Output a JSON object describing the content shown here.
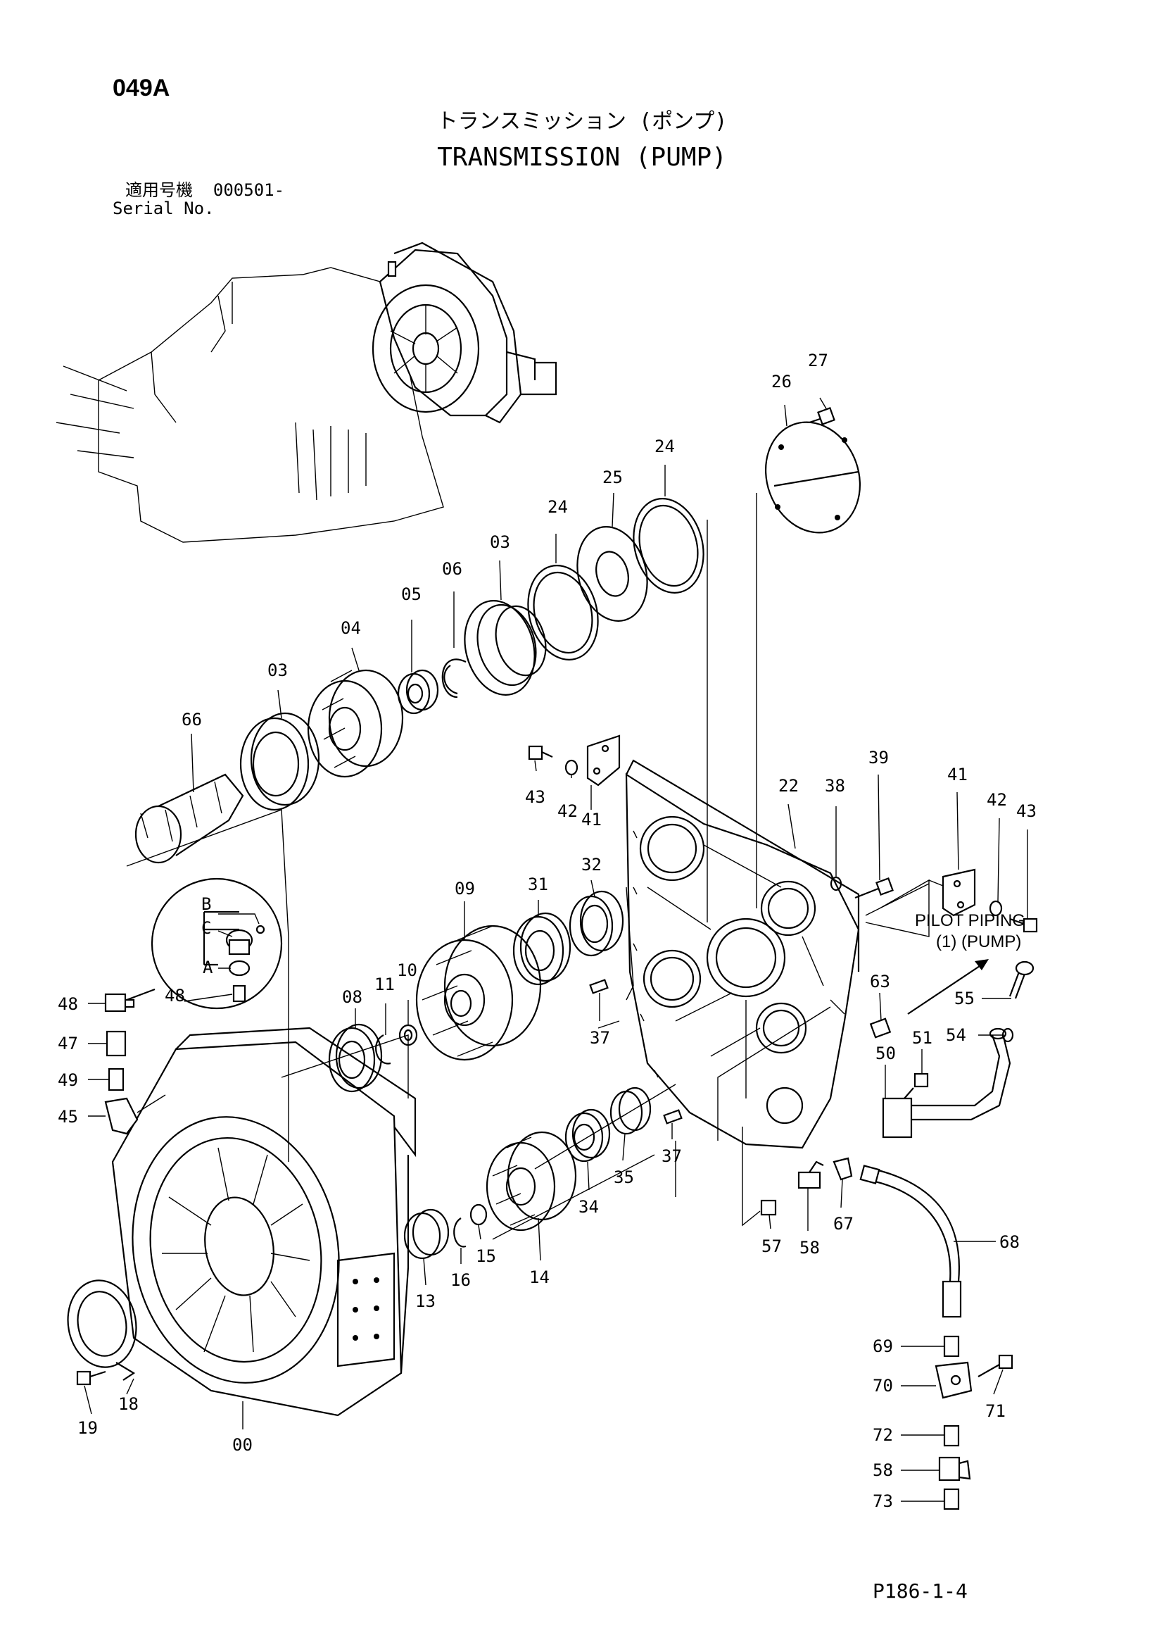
{
  "header": {
    "page_code": "049A",
    "title_jp": "トランスミッション (ポンプ)",
    "title_en": "TRANSMISSION (PUMP)",
    "serial_label_jp": "適用号機",
    "serial_value": "000501-",
    "serial_label_en": "Serial No."
  },
  "annotations": {
    "pilot_line1": "PILOT PIPING",
    "pilot_line2": "(1) (PUMP)"
  },
  "callouts": [
    {
      "id": "c27",
      "text": "27"
    },
    {
      "id": "c26",
      "text": "26"
    },
    {
      "id": "c24a",
      "text": "24"
    },
    {
      "id": "c25",
      "text": "25"
    },
    {
      "id": "c24b",
      "text": "24"
    },
    {
      "id": "c03a",
      "text": "03"
    },
    {
      "id": "c06",
      "text": "06"
    },
    {
      "id": "c05",
      "text": "05"
    },
    {
      "id": "c04",
      "text": "04"
    },
    {
      "id": "c03b",
      "text": "03"
    },
    {
      "id": "c66",
      "text": "66"
    },
    {
      "id": "c43a",
      "text": "43"
    },
    {
      "id": "c42a",
      "text": "42"
    },
    {
      "id": "c41a",
      "text": "41"
    },
    {
      "id": "c22",
      "text": "22"
    },
    {
      "id": "c38",
      "text": "38"
    },
    {
      "id": "c39",
      "text": "39"
    },
    {
      "id": "c41b",
      "text": "41"
    },
    {
      "id": "c42b",
      "text": "42"
    },
    {
      "id": "c43b",
      "text": "43"
    },
    {
      "id": "c09",
      "text": "09"
    },
    {
      "id": "c31",
      "text": "31"
    },
    {
      "id": "c32",
      "text": "32"
    },
    {
      "id": "c37a",
      "text": "37"
    },
    {
      "id": "c08",
      "text": "08"
    },
    {
      "id": "c11",
      "text": "11"
    },
    {
      "id": "c10",
      "text": "10"
    },
    {
      "id": "c48a",
      "text": "48"
    },
    {
      "id": "c48b",
      "text": "48"
    },
    {
      "id": "cB",
      "text": "B"
    },
    {
      "id": "cC",
      "text": "C"
    },
    {
      "id": "cA",
      "text": "A"
    },
    {
      "id": "c47",
      "text": "47"
    },
    {
      "id": "c49",
      "text": "49"
    },
    {
      "id": "c45",
      "text": "45"
    },
    {
      "id": "c63",
      "text": "63"
    },
    {
      "id": "c55",
      "text": "55"
    },
    {
      "id": "c54",
      "text": "54"
    },
    {
      "id": "c51",
      "text": "51"
    },
    {
      "id": "c50",
      "text": "50"
    },
    {
      "id": "c37b",
      "text": "37"
    },
    {
      "id": "c35",
      "text": "35"
    },
    {
      "id": "c34",
      "text": "34"
    },
    {
      "id": "c14",
      "text": "14"
    },
    {
      "id": "c15",
      "text": "15"
    },
    {
      "id": "c16",
      "text": "16"
    },
    {
      "id": "c13",
      "text": "13"
    },
    {
      "id": "c57",
      "text": "57"
    },
    {
      "id": "c58a",
      "text": "58"
    },
    {
      "id": "c67",
      "text": "67"
    },
    {
      "id": "c68",
      "text": "68"
    },
    {
      "id": "c69",
      "text": "69"
    },
    {
      "id": "c70",
      "text": "70"
    },
    {
      "id": "c71",
      "text": "71"
    },
    {
      "id": "c72",
      "text": "72"
    },
    {
      "id": "c58b",
      "text": "58"
    },
    {
      "id": "c73",
      "text": "73"
    },
    {
      "id": "c18",
      "text": "18"
    },
    {
      "id": "c19",
      "text": "19"
    },
    {
      "id": "c00",
      "text": "00"
    }
  ],
  "footer": {
    "page_ref": "P186-1-4"
  }
}
